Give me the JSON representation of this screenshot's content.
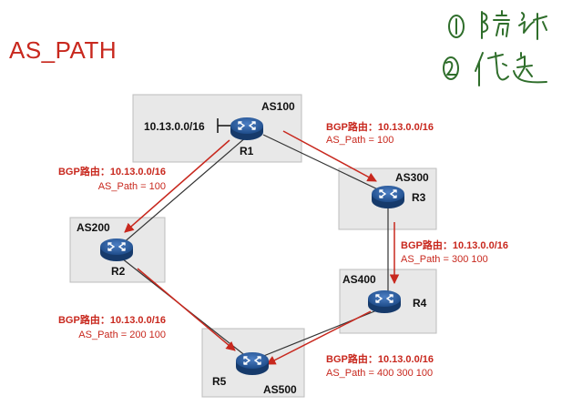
{
  "title": "AS_PATH",
  "handwritten_notes": [
    "① 防环",
    "② 优选"
  ],
  "prefix": "10.13.0.0/16",
  "as_areas": [
    {
      "id": "as100",
      "label": "AS100"
    },
    {
      "id": "as200",
      "label": "AS200"
    },
    {
      "id": "as300",
      "label": "AS300"
    },
    {
      "id": "as400",
      "label": "AS400"
    },
    {
      "id": "as500",
      "label": "AS500"
    }
  ],
  "routers": [
    {
      "id": "r1",
      "label": "R1"
    },
    {
      "id": "r2",
      "label": "R2"
    },
    {
      "id": "r3",
      "label": "R3"
    },
    {
      "id": "r4",
      "label": "R4"
    },
    {
      "id": "r5",
      "label": "R5"
    }
  ],
  "advertisements": [
    {
      "id": "r1-r3",
      "bgp": "BGP路由：10.13.0.0/16",
      "as_path": "AS_Path = 100"
    },
    {
      "id": "r1-r2",
      "bgp": "BGP路由：10.13.0.0/16",
      "as_path": "AS_Path = 100"
    },
    {
      "id": "r3-r4",
      "bgp": "BGP路由：10.13.0.0/16",
      "as_path": "AS_Path = 300 100"
    },
    {
      "id": "r2-r5",
      "bgp": "BGP路由：10.13.0.0/16",
      "as_path": "AS_Path = 200 100"
    },
    {
      "id": "r4-r5",
      "bgp": "BGP路由：10.13.0.0/16",
      "as_path": "AS_Path = 400 300 100"
    }
  ],
  "colors": {
    "advert": "#c8281e",
    "link": "#333333",
    "router": "#1f4e8c",
    "area": "#e8e8e8",
    "handwriting": "#2f6e2b"
  }
}
